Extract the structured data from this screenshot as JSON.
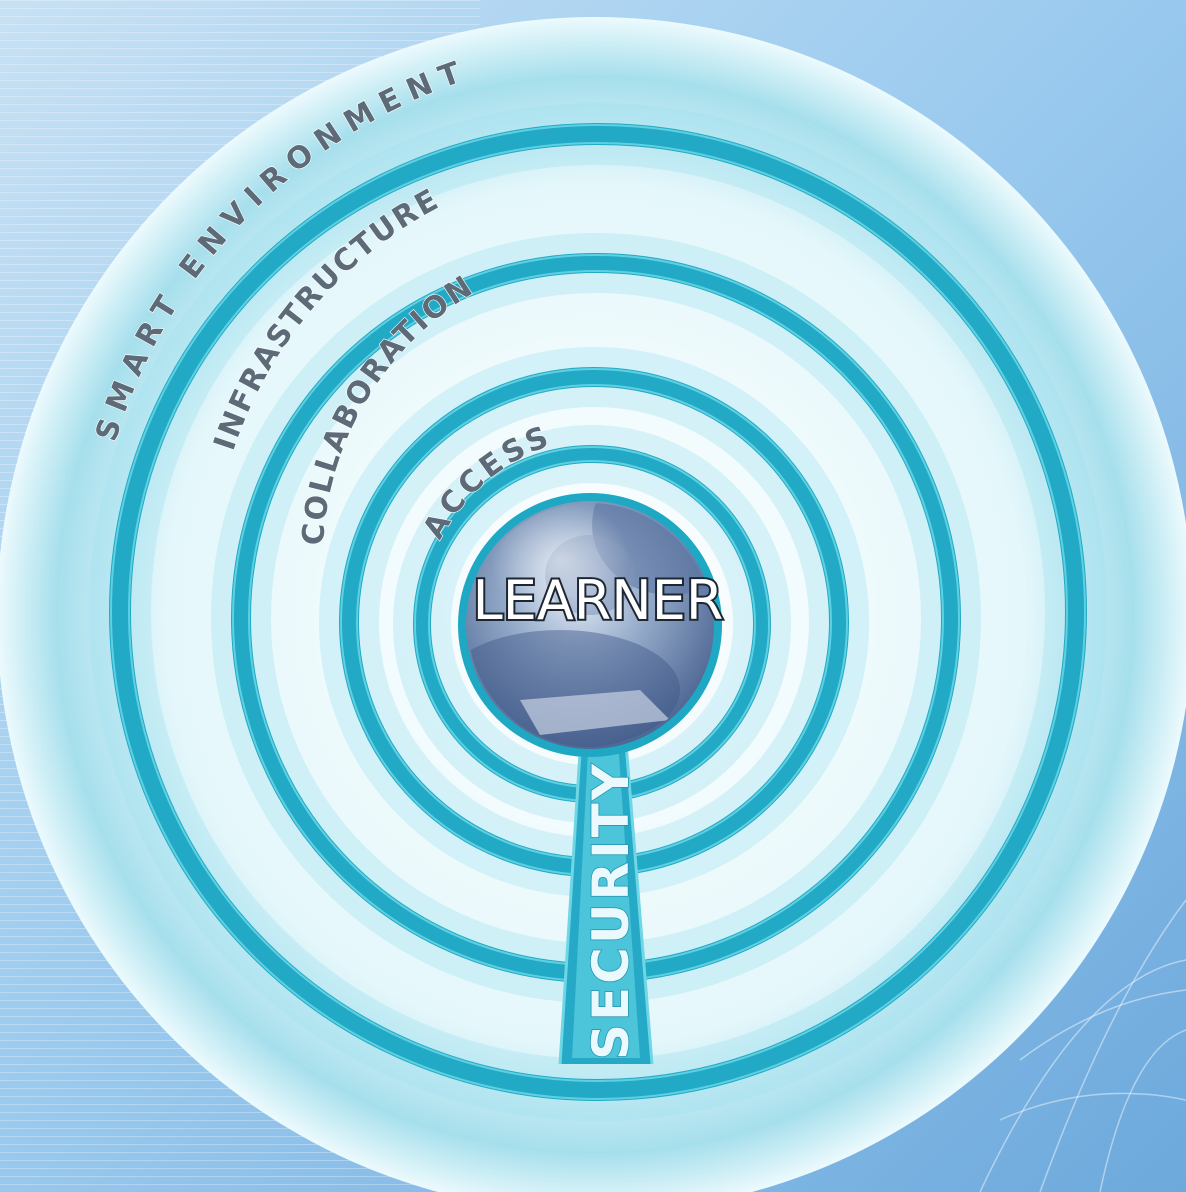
{
  "diagram": {
    "center_label": "LEARNER",
    "ring_labels": {
      "outer": "SMART ENVIRONMENT",
      "second": "INFRASTRUCTURE",
      "third": "COLLABORATION",
      "inner": "ACCESS"
    },
    "path_label": "SECURITY"
  },
  "colors": {
    "background": "#8fc2e8",
    "disc": "#bfe9f3",
    "ring": "#21a9c5",
    "ring_edge": "#5fd0e2",
    "label_text": "#5d6a78"
  },
  "icons": {
    "center_photo": "learners-at-laptop-photo",
    "background": "globe-grid-backdrop"
  }
}
